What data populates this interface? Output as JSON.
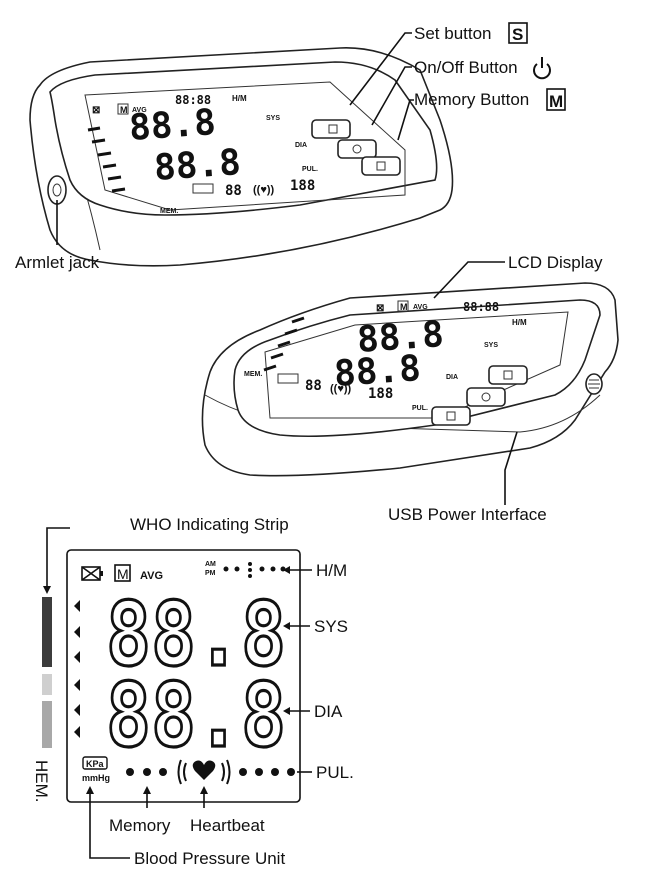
{
  "callouts": {
    "set_button": "Set button",
    "on_off_button": "On/Off Button",
    "memory_button": "Memory Button",
    "armlet_jack": "Armlet jack",
    "lcd_display": "LCD Display",
    "usb_power": "USB Power Interface",
    "who_strip": "WHO Indicating Strip",
    "hm": "H/M",
    "sys": "SYS",
    "dia": "DIA",
    "pul": "PUL.",
    "memory": "Memory",
    "heartbeat": "Heartbeat",
    "bp_unit": "Blood Pressure Unit"
  },
  "icon_letters": {
    "set": "S",
    "memory": "M"
  },
  "lcd": {
    "avg": "AVG",
    "am": "AM",
    "pm": "PM",
    "mem_label": "HEM.",
    "kpa": "KPa",
    "mmhg": "mmHg",
    "big_digits": "88.8",
    "small_digits": "88:88",
    "pulse_digits": "188",
    "mem_digits": "88"
  },
  "device_labels": {
    "hm": "H/M",
    "sys": "SYS",
    "dia": "DIA",
    "pul": "PUL.",
    "mem": "MEM."
  },
  "colors": {
    "ink": "#111111",
    "strip_dark": "#3c3c3c",
    "strip_light": "#cfcfcf",
    "strip_mid": "#a8a8a8"
  }
}
